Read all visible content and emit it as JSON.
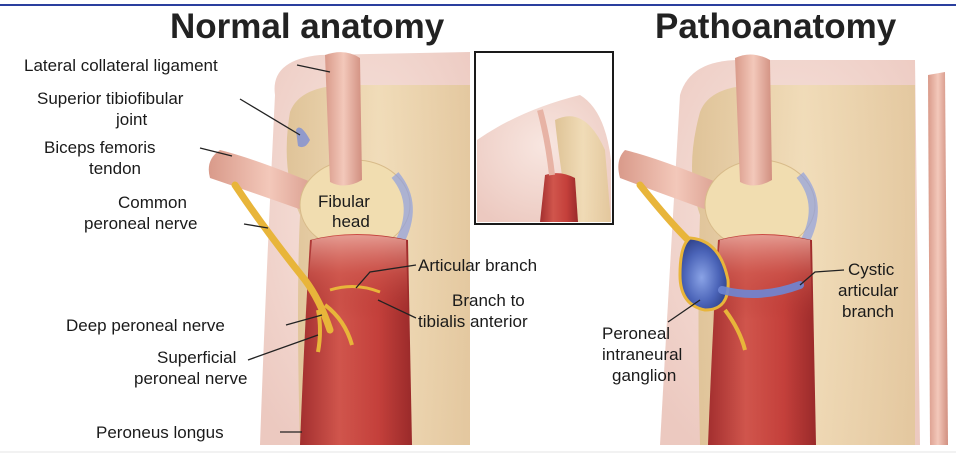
{
  "titles": {
    "left": "Normal anatomy",
    "right": "Pathoanatomy"
  },
  "labels": {
    "lateral_collateral": "Lateral collateral ligament",
    "superior_tibiofibular_1": "Superior tibiofibular",
    "superior_tibiofibular_2": "joint",
    "biceps_1": "Biceps femoris",
    "biceps_2": "tendon",
    "common_peroneal_1": "Common",
    "common_peroneal_2": "peroneal nerve",
    "fibular_head_1": "Fibular",
    "fibular_head_2": "head",
    "articular_branch": "Articular branch",
    "branch_tibialis_1": "Branch to",
    "branch_tibialis_2": "tibialis anterior",
    "deep_peroneal": "Deep peroneal nerve",
    "superficial_1": "Superficial",
    "superficial_2": "peroneal nerve",
    "peroneus_longus": "Peroneus longus",
    "ganglion_1": "Peroneal",
    "ganglion_2": "intraneural",
    "ganglion_3": "ganglion",
    "cystic_1": "Cystic",
    "cystic_2": "articular",
    "cystic_3": "branch"
  },
  "colors": {
    "frame_line": "#2a3f9e",
    "bone": "#e9d2a6",
    "background_blush": "#f4dcd6",
    "muscle": "#c8453e",
    "tendon": "#e7b3a5",
    "nerve": "#e8b53a",
    "cyst": "#4b64b8"
  }
}
